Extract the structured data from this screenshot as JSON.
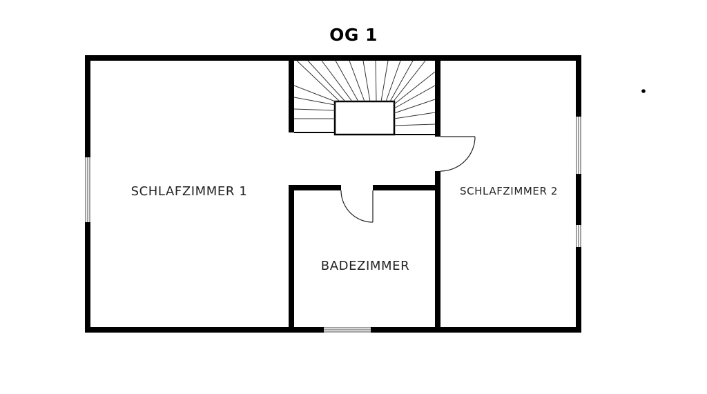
{
  "plan": {
    "title": "OG 1",
    "rooms": {
      "bedroom_1": "SCHLAFZIMMER 1",
      "bedroom_2": "SCHLAFZIMMER 2",
      "bathroom": "BADEZIMMER"
    },
    "colors": {
      "wall": "#000000",
      "line": "#222222",
      "background": "#ffffff"
    }
  }
}
